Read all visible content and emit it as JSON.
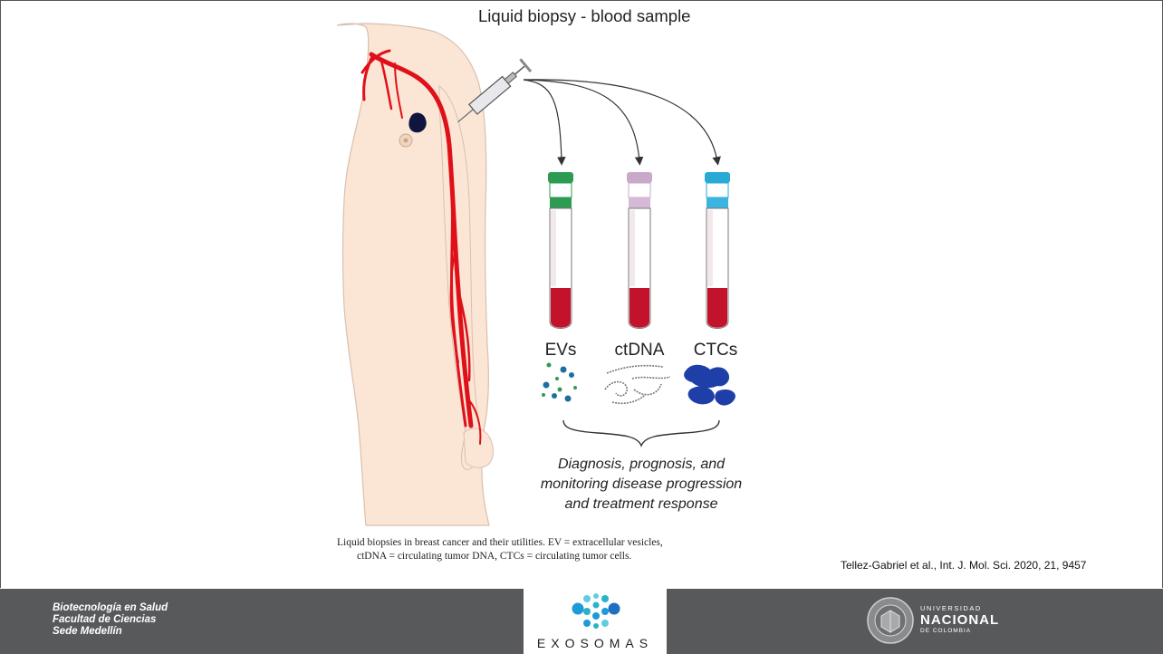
{
  "figure": {
    "title": "Liquid biopsy - blood sample",
    "tubes": [
      {
        "label": "EVs",
        "cap_color": "#2e9b53",
        "band_color": "#2e9b53"
      },
      {
        "label": "ctDNA",
        "cap_color": "#c9a9c9",
        "band_color": "#d6b9d6"
      },
      {
        "label": "CTCs",
        "cap_color": "#2aa9d6",
        "band_color": "#3bb5df"
      }
    ],
    "blood_color": "#c3122c",
    "vessel_color": "#e0101a",
    "skin_color": "#fbe6d6",
    "outcome_lines": [
      "Diagnosis, prognosis, and",
      "monitoring disease progression",
      "and treatment response"
    ]
  },
  "caption": {
    "line1": "Liquid biopsies in breast cancer and their utilities.  EV = extracellular vesicles,",
    "line2": "ctDNA = circulating tumor DNA, CTCs = circulating tumor cells."
  },
  "citation": "Tellez-Gabriel et al., Int. J. Mol. Sci. 2020, 21, 9457",
  "footer": {
    "lines": [
      "Biotecnología en Salud",
      "Facultad de Ciencias",
      "Sede Medellín"
    ],
    "center_logo_text": "EXOSOMAS",
    "right_logo": {
      "top": "UNIVERSIDAD",
      "main": "NACIONAL",
      "bottom": "DE COLOMBIA"
    },
    "bg_color": "#58595b"
  }
}
